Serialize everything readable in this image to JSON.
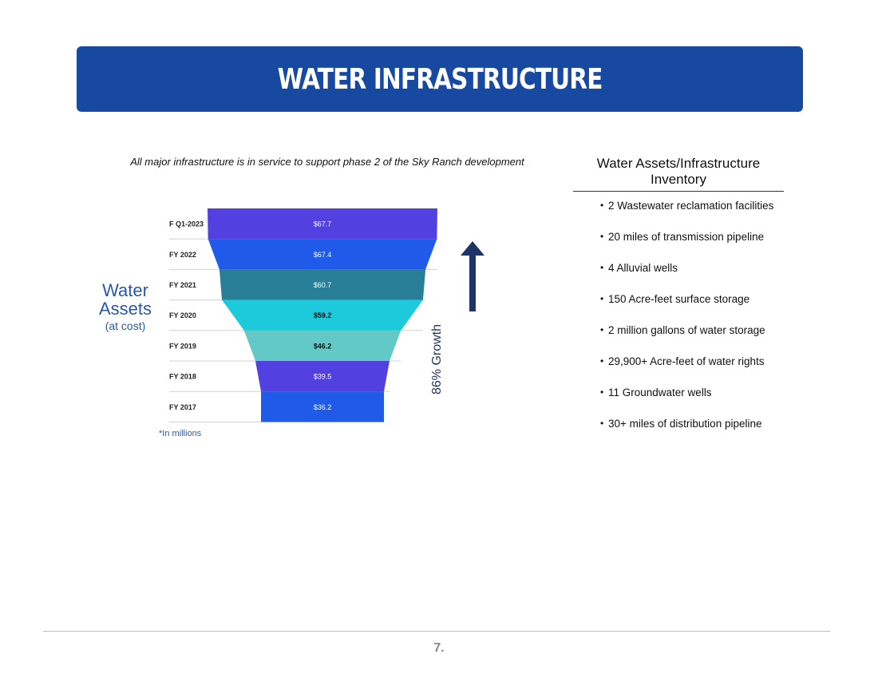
{
  "banner": {
    "title": "WATER INFRASTRUCTURE"
  },
  "subtitle": "All major infrastructure is in service to support phase 2 of the Sky Ranch development",
  "side_label": {
    "line1": "Water",
    "line2": "Assets",
    "line3": "(at cost)"
  },
  "footnote": "*In millions",
  "growth_label": "86% Growth",
  "inventory": {
    "title": "Water Assets/Infrastructure Inventory",
    "items": [
      "2 Wastewater reclamation facilities",
      "20 miles of transmission pipeline",
      "4 Alluvial wells",
      "150 Acre-feet surface storage",
      "2 million gallons of water storage",
      "29,900+ Acre-feet of water rights",
      "11 Groundwater wells",
      "30+ miles of distribution pipeline"
    ]
  },
  "page_number": "7.",
  "colors": {
    "banner": "#1749a0",
    "accent_text": "#2b57a8",
    "arrow": "#1e3466",
    "segments": [
      "#5340e0",
      "#1f5ae8",
      "#2a7f98",
      "#1ccadb",
      "#63c9c6",
      "#5340e0",
      "#1f5ae8"
    ],
    "segment_text": [
      "#ffffff",
      "#ffffff",
      "#ffffff",
      "#111111",
      "#111111",
      "#ffffff",
      "#ffffff"
    ]
  },
  "chart_data": {
    "type": "bar",
    "subtype": "funnel",
    "categories": [
      "F Q1-2023",
      "FY 2022",
      "FY 2021",
      "FY 2020",
      "FY 2019",
      "FY 2018",
      "FY 2017"
    ],
    "values": [
      67.7,
      67.4,
      60.7,
      59.2,
      46.2,
      39.5,
      36.2
    ],
    "value_labels": [
      "$67.7",
      "$67.4",
      "$60.7",
      "$59.2",
      "$46.2",
      "$39.5",
      "$36.2"
    ],
    "ylabel": "Water Assets (at cost)",
    "grid": false,
    "legend": "none"
  }
}
